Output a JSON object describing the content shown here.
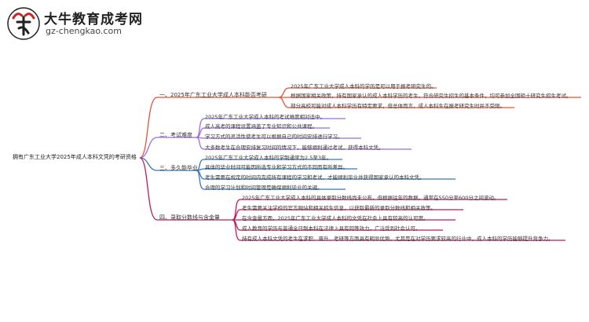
{
  "header": {
    "brand_name": "大牛教育成考网",
    "brand_url": "gz-chengkao.com"
  },
  "mindmap": {
    "root": "拥有广东工业大学2025年成人本科文凭的考研资格",
    "branches": [
      {
        "label": "一、2025年广东工业大学成人本科能否考研",
        "color": "#e0533b",
        "leaves": [
          "2025年广东工业大学成人本科的学历是可以用于报考研究生的。",
          "根据国家相关政策，持有国家承认的成人本科学历的考生，符合研究生招生的基本条件，均可参加全国硕士研究生招生考试。",
          "部分高校可能对成人本科学历有特定要求，但总体而言，成人本科生在报考研究生时并不受限。"
        ]
      },
      {
        "label": "二、考试难度",
        "color": "#9b6fd6",
        "leaves": [
          "2025年广东工业大学成人本科的考试难度相对适中。",
          "成人高考的课程设置涵盖了专业知识和公共课程。",
          "学习方式的灵活性使考生可以根据自己的时间安排进行学习。",
          "大多数考生在合理安排复习时间的情况下，能够顺利通过考试，获得本科文凭。"
        ]
      },
      {
        "label": "三、多久能毕业",
        "color": "#3a78b8",
        "leaves": [
          "2025年广东工业大学成人本科的学制通常为2.5至3年。",
          "具体的毕业时间可能因所选专业和学习方式的不同而有所差异。",
          "考生需要在规定的时间内完成所有课程的学习和考试，才能顺利毕业并获得国家承认的本科文凭。",
          "合理的学习计划和时间管理是确保顺利毕业的关键。"
        ]
      },
      {
        "label": "四、录取分数线与含金量",
        "color": "#c2185b",
        "leaves": [
          "2025年广东工业大学成人本科的具体录取分数线尚未公布，但根据往年的数据，通常在550分至600分之间波动。",
          "考生需要关注学校的官方网站和相关招生信息，以获取最新的录取分数线和相关政策。",
          "在含金量方面，2025年广东工业大学成人本科的文凭在社会上具有较高的认可度。",
          "成人教育的学历与普通全日制本科在法律上具有同等效力，广泛受到社会认可。",
          "持有成人本科文凭的考生在求职、晋升、考研等方面具有明显优势，尤其是在对学历要求较高的行业中，成人本科的学历能够提升竞争力。"
        ]
      }
    ]
  }
}
